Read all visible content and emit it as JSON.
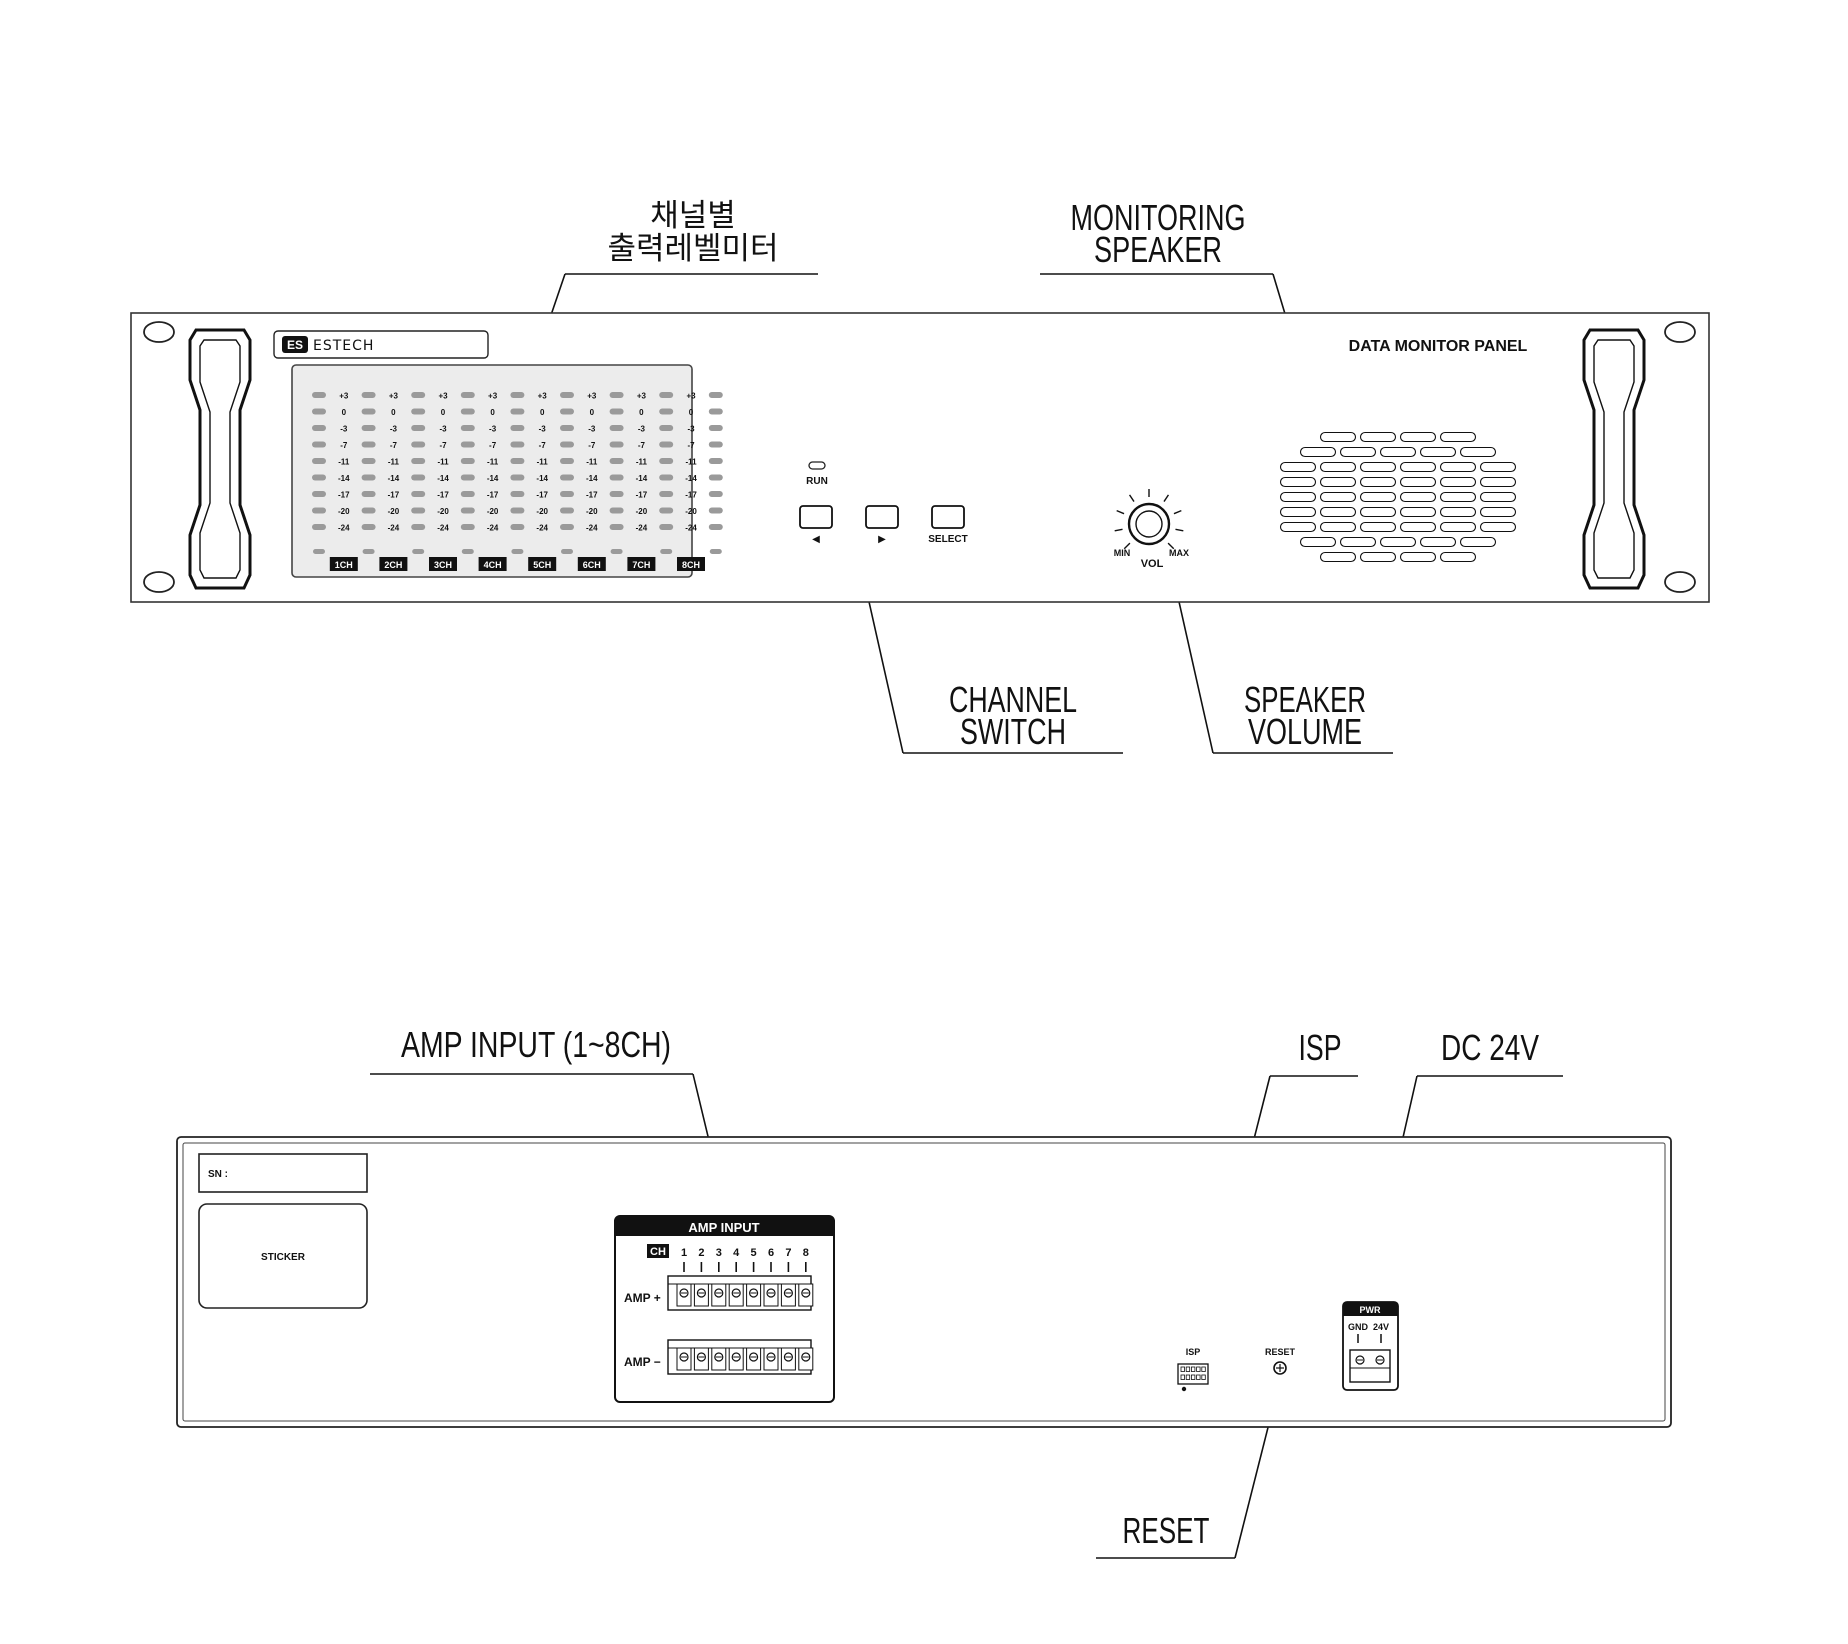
{
  "front": {
    "callouts": {
      "meter_line1": "채널별",
      "meter_line2": "출력레벨미터",
      "speaker_line1": "MONITORING",
      "speaker_line2": "SPEAKER",
      "channel_line1": "CHANNEL",
      "channel_line2": "SWITCH",
      "volume_line1": "SPEAKER",
      "volume_line2": "VOLUME"
    },
    "brand": {
      "mark": "ES",
      "name": "ESTECH"
    },
    "panel_title": "DATA MONITOR PANEL",
    "meter": {
      "levels": [
        "+3",
        "0",
        "-3",
        "-7",
        "-11",
        "-14",
        "-17",
        "-20",
        "-24"
      ],
      "channels": [
        "1CH",
        "2CH",
        "3CH",
        "4CH",
        "5CH",
        "6CH",
        "7CH",
        "8CH"
      ]
    },
    "run_label": "RUN",
    "buttons": {
      "left": "◀",
      "right": "▶",
      "select": "SELECT"
    },
    "volume": {
      "min": "MIN",
      "max": "MAX",
      "label": "VOL"
    }
  },
  "rear": {
    "callouts": {
      "amp_input": "AMP INPUT (1~8CH)",
      "isp": "ISP",
      "dc": "DC 24V",
      "reset": "RESET"
    },
    "sn_label": "SN :",
    "sticker_label": "STICKER",
    "amp_block": {
      "title": "AMP  INPUT",
      "ch_label": "CH",
      "channels": [
        "1",
        "2",
        "3",
        "4",
        "5",
        "6",
        "7",
        "8"
      ],
      "plus_label": "AMP +",
      "minus_label": "AMP −"
    },
    "isp_label": "ISP",
    "reset_label": "RESET",
    "pwr": {
      "title": "PWR",
      "gnd": "GND",
      "v24": "24V"
    }
  }
}
